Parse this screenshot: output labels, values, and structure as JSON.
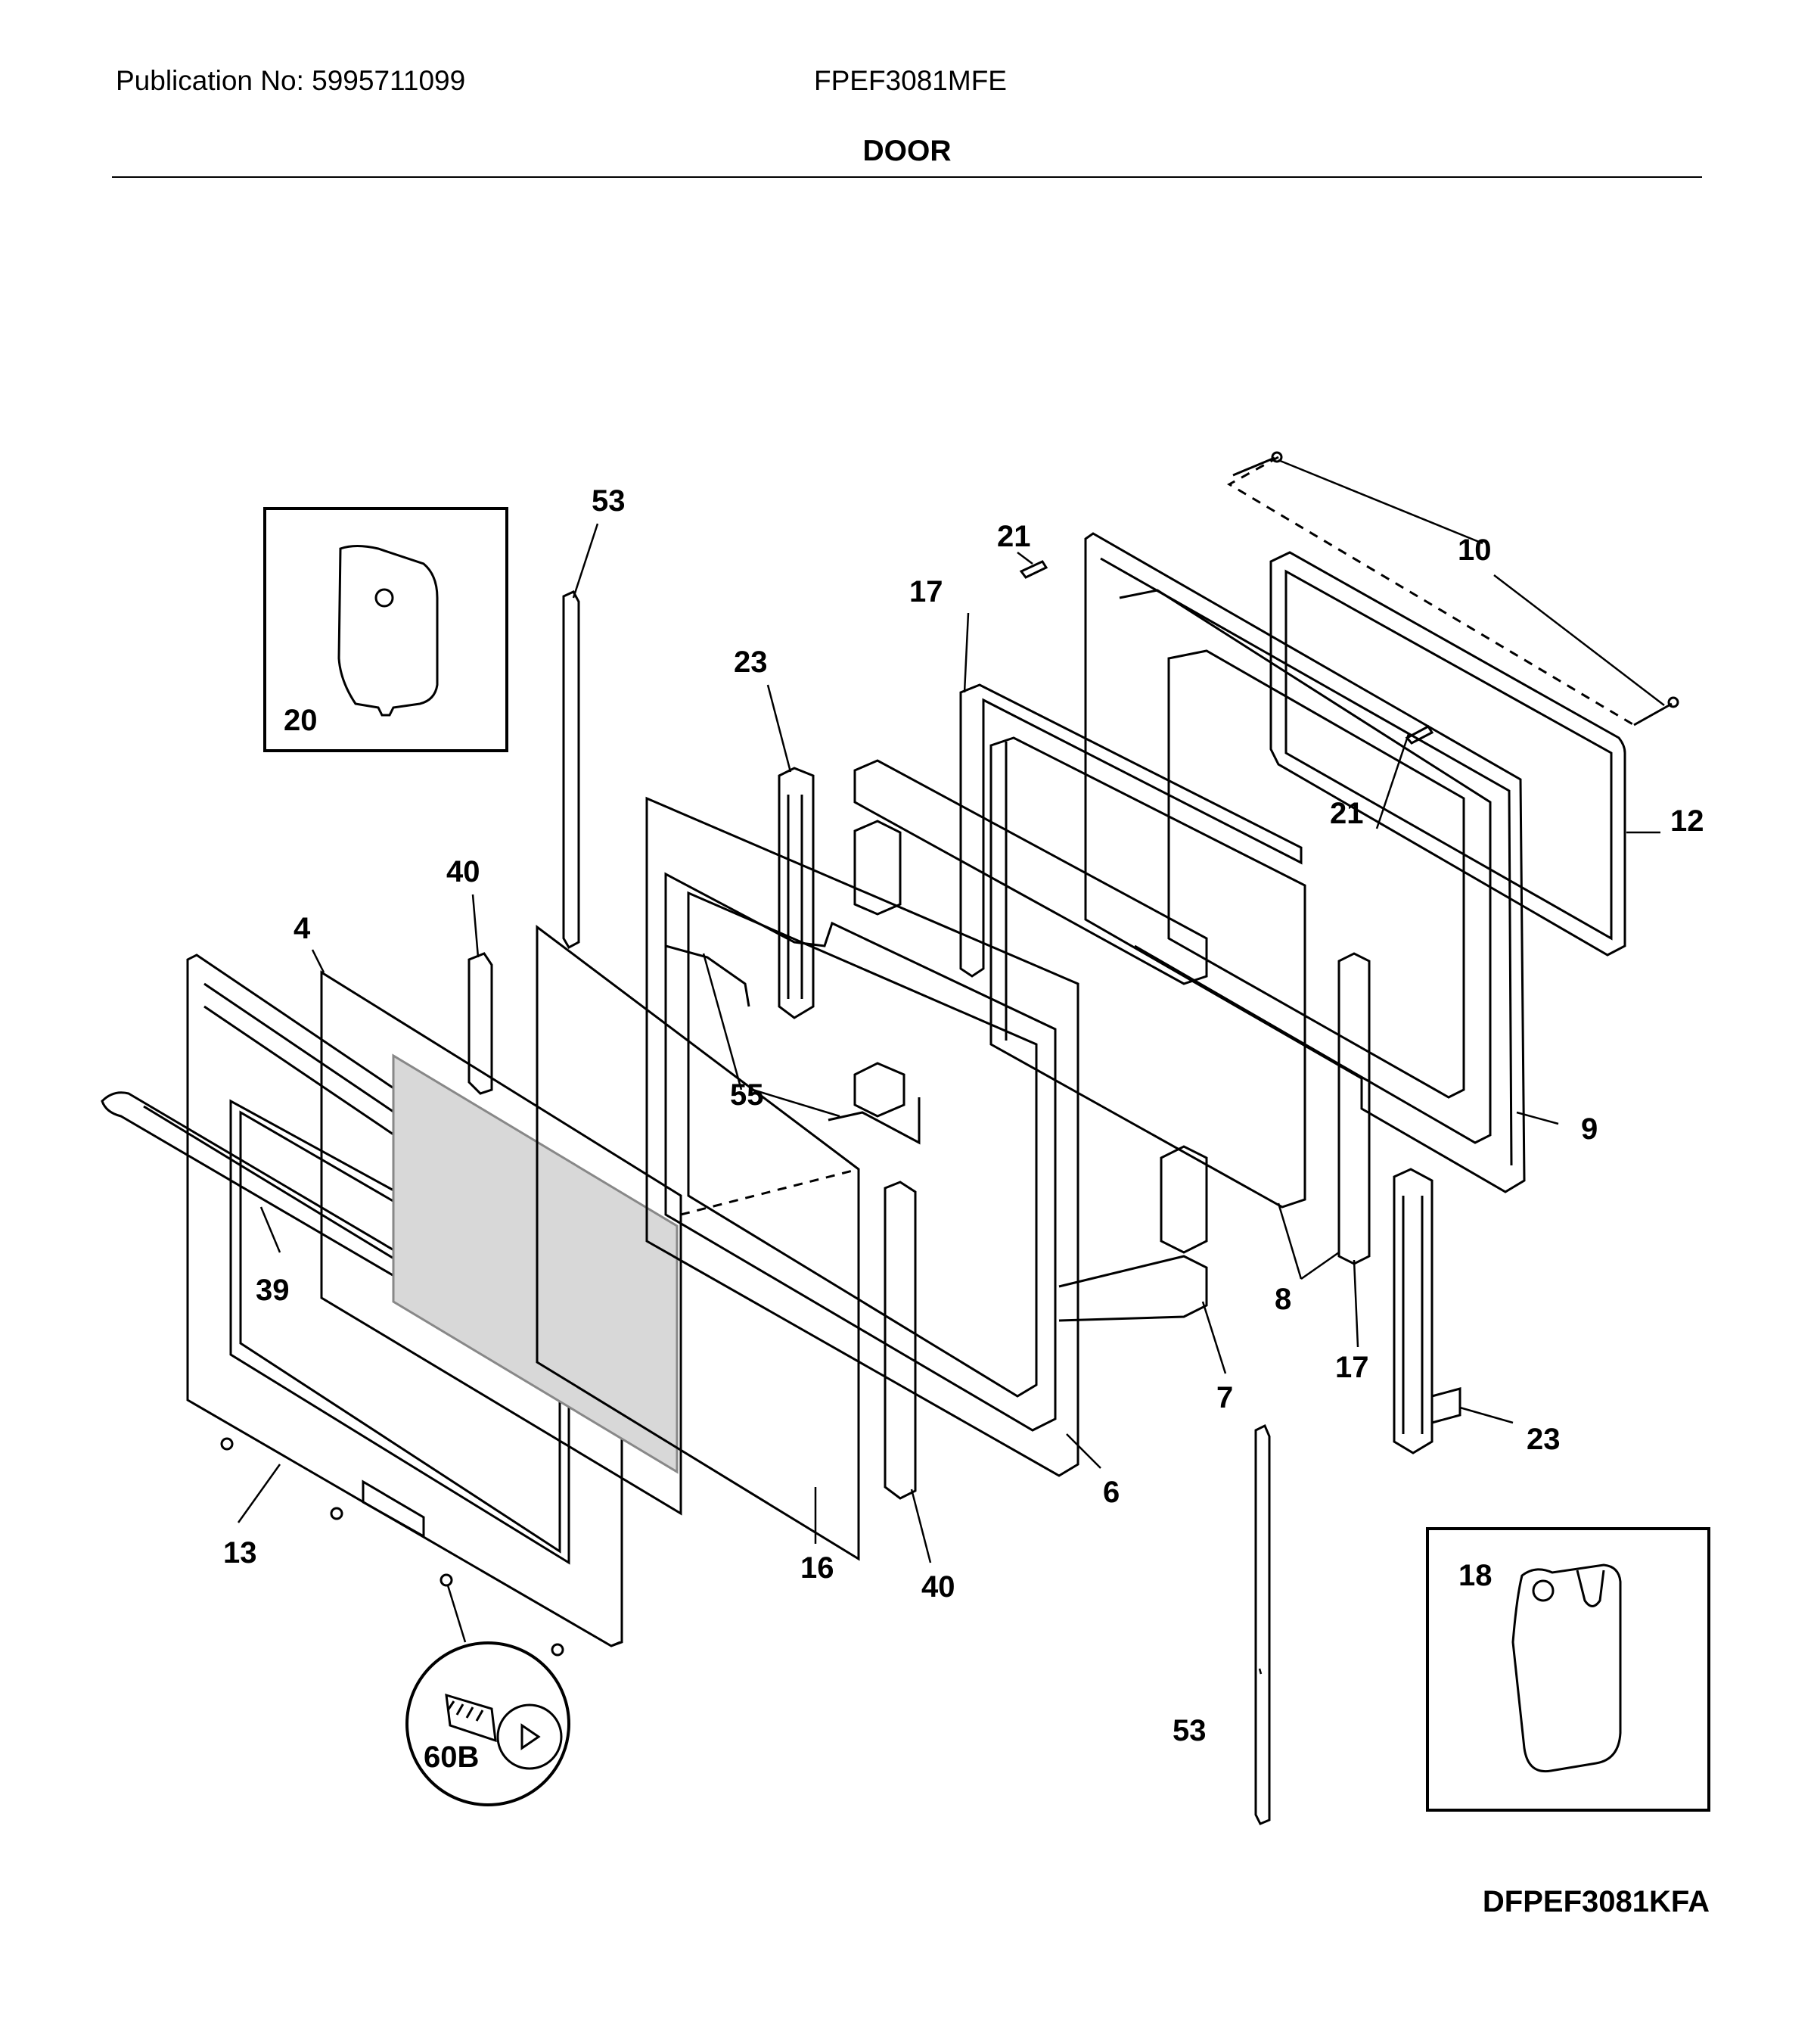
{
  "header": {
    "publication": "Publication No: 5995711099",
    "model": "FPEF3081MFE",
    "section_title": "DOOR"
  },
  "footer": {
    "diagram_code": "DFPEF3081KFA"
  },
  "callouts": [
    "53",
    "20",
    "21",
    "10",
    "17",
    "23",
    "21",
    "12",
    "40",
    "4",
    "55",
    "9",
    "39",
    "8",
    "7",
    "17",
    "23",
    "6",
    "13",
    "16",
    "40",
    "60B",
    "18",
    "53"
  ]
}
